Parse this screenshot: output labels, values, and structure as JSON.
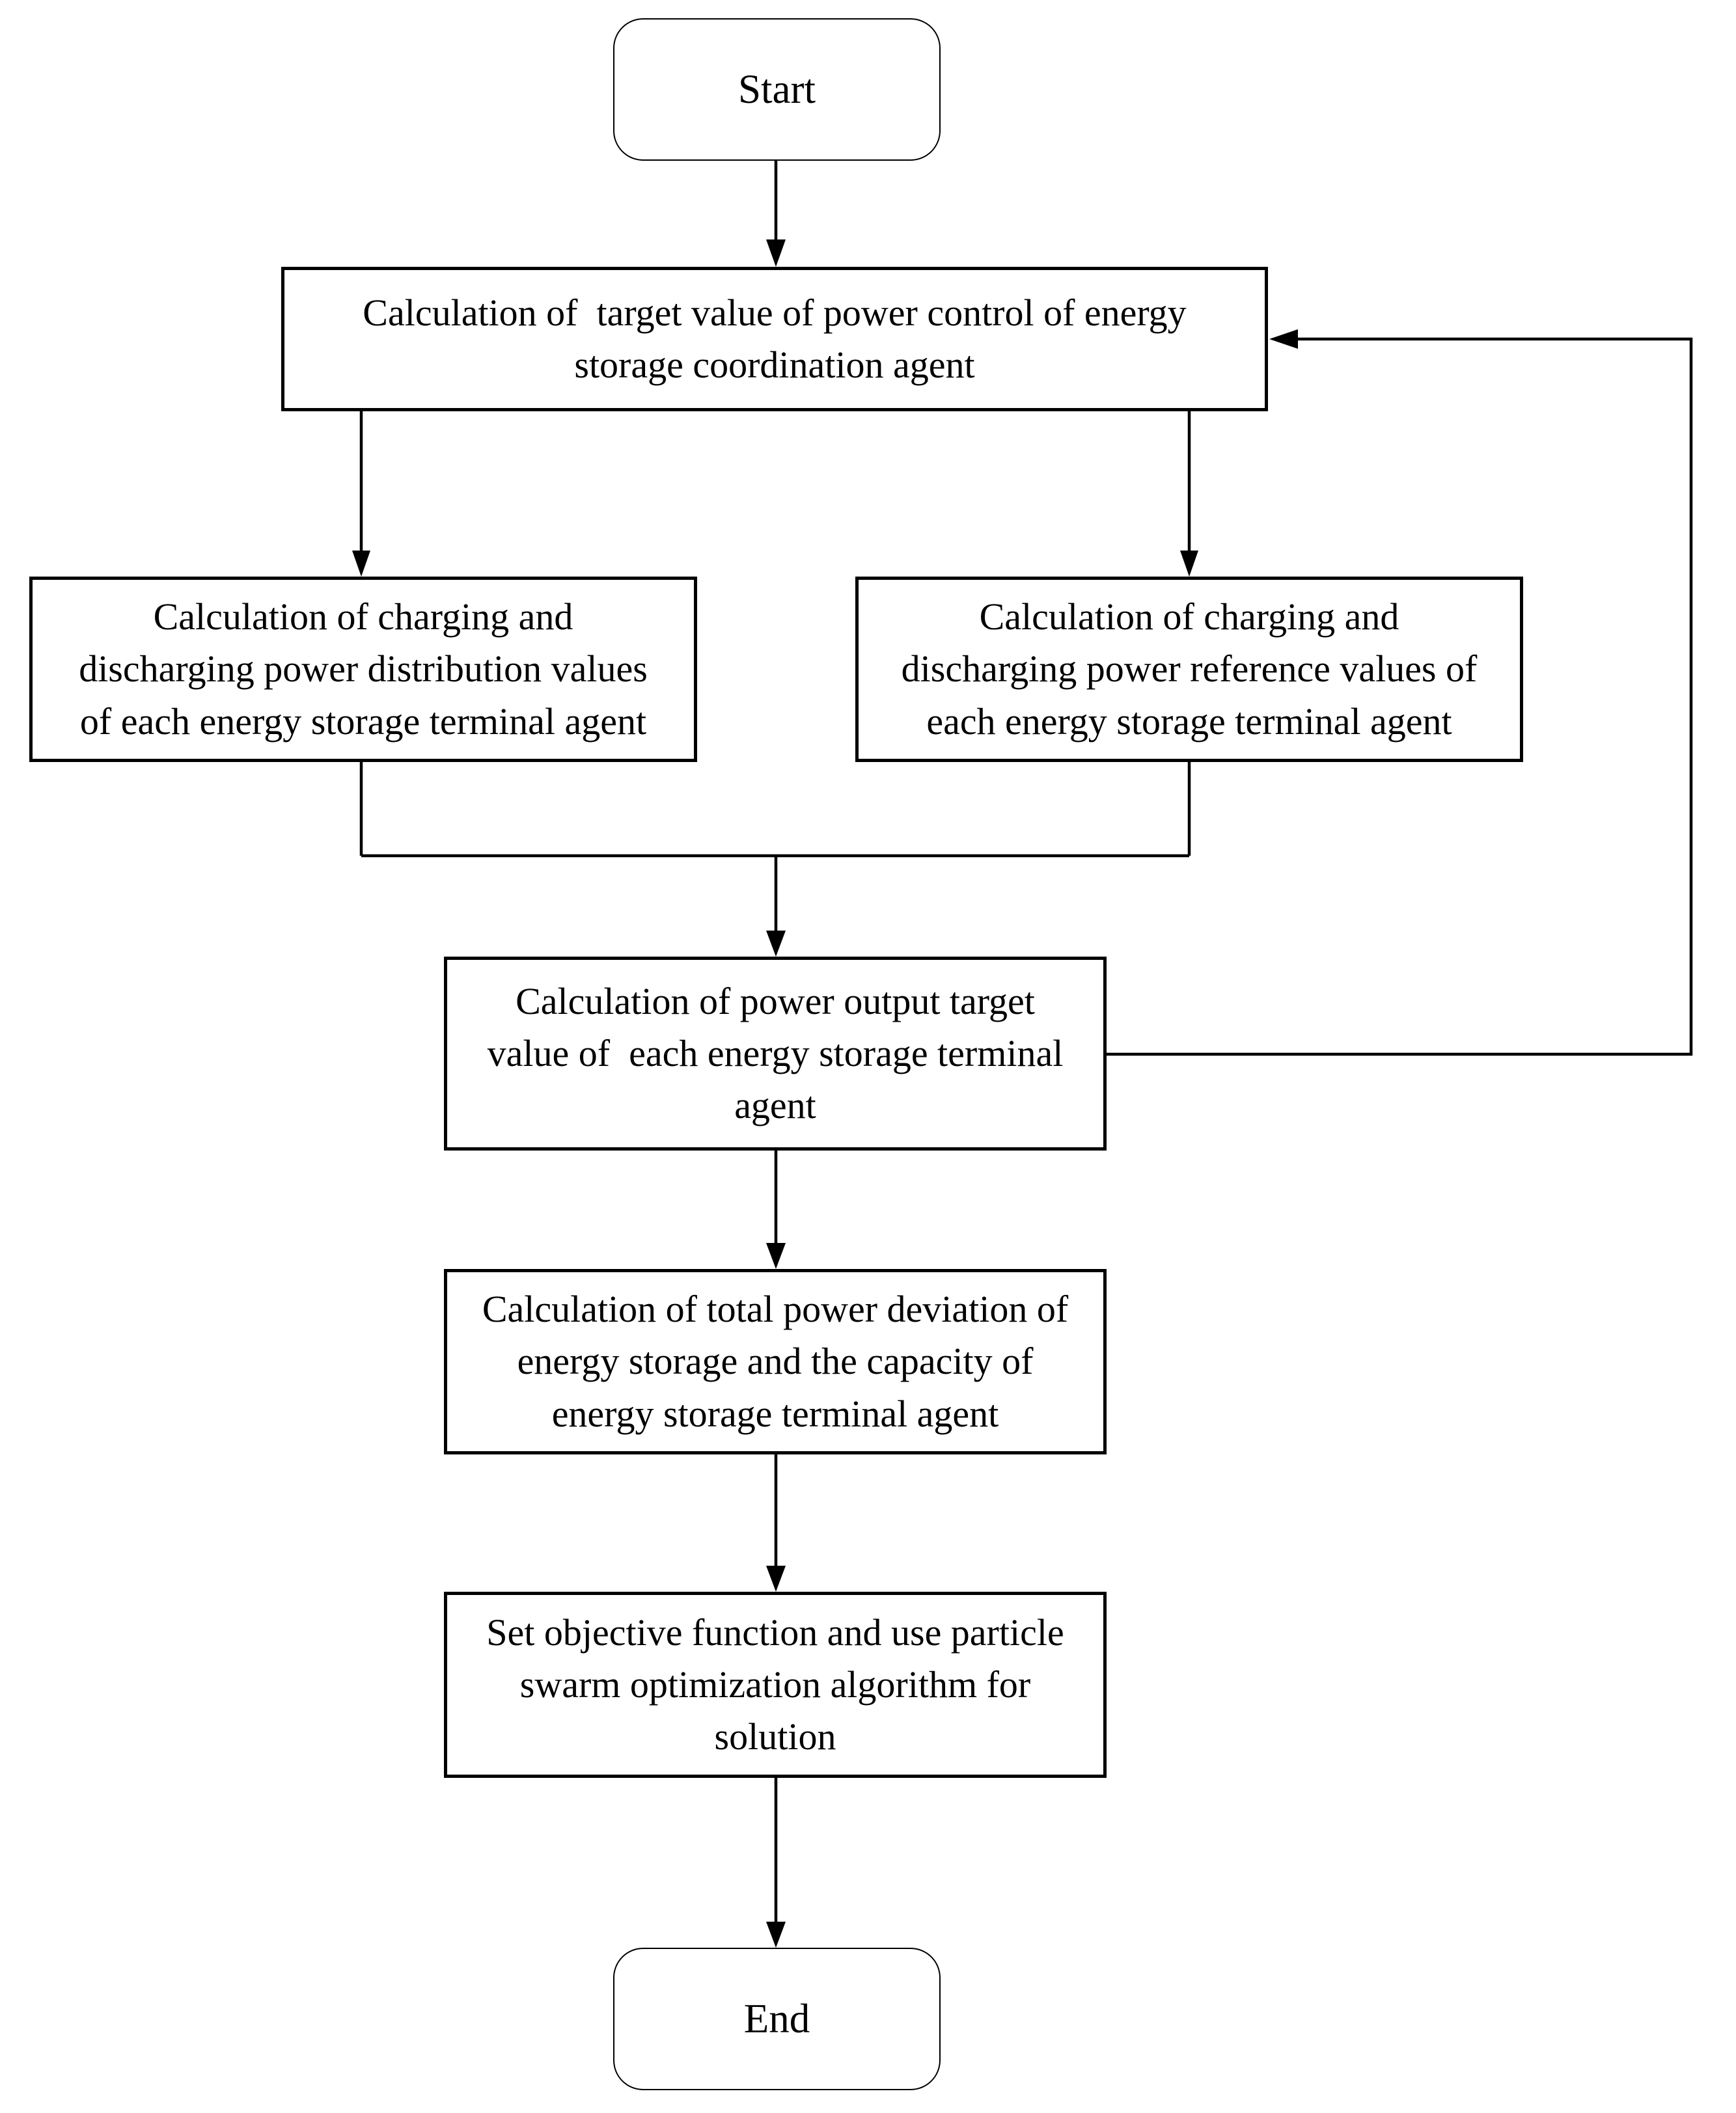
{
  "colors": {
    "background": "#ffffff",
    "line": "#000000",
    "text": "#000000"
  },
  "flowchart": {
    "nodes": {
      "start": {
        "label": "Start"
      },
      "calc_target": {
        "label": "Calculation of  target value of power control of energy\nstorage coordination agent"
      },
      "calc_distribution": {
        "label": "Calculation of charging and\ndischarging power distribution values\nof each energy storage terminal agent"
      },
      "calc_reference": {
        "label": "Calculation of charging and\ndischarging power reference values of\neach energy storage terminal agent"
      },
      "calc_output": {
        "label": "Calculation of power output target\nvalue of  each energy storage terminal\nagent"
      },
      "calc_deviation": {
        "label": "Calculation of total power deviation of\nenergy storage and the capacity of\nenergy storage terminal agent"
      },
      "set_objective": {
        "label": "Set objective function and use particle\nswarm optimization algorithm for\nsolution"
      },
      "end": {
        "label": "End"
      }
    }
  }
}
